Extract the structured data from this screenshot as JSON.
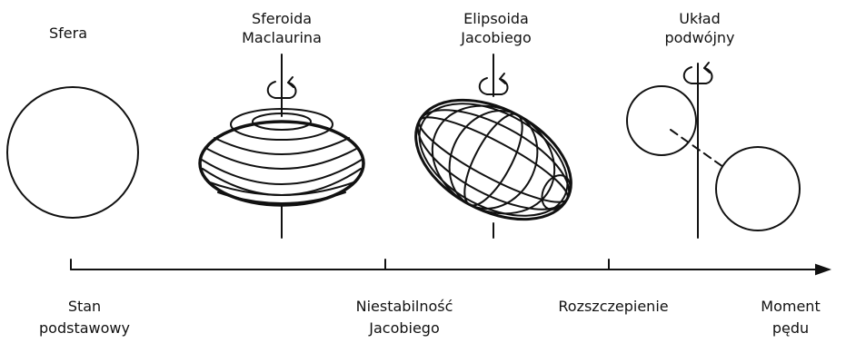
{
  "figures": {
    "sphere": {
      "title": "Sfera",
      "icon": "circle-icon"
    },
    "maclaurin": {
      "title_line1": "Sferoida",
      "title_line2": "Maclaurina",
      "icon": "oblate-spheroid-icon"
    },
    "jacobi": {
      "title_line1": "Elipsoida",
      "title_line2": "Jacobiego",
      "icon": "triaxial-ellipsoid-icon"
    },
    "binary": {
      "title_line1": "Układ",
      "title_line2": "podwójny",
      "icon": "two-circles-icon"
    }
  },
  "rotation_icon": "rotation-arrow-icon",
  "axis": {
    "stages": [
      {
        "line1": "Stan",
        "line2": "podstawowy"
      },
      {
        "line1": "Niestabilność",
        "line2": "Jacobiego"
      },
      {
        "line1": "Rozszczepienie",
        "line2": ""
      }
    ],
    "quantity_line1": "Moment",
    "quantity_line2": "pędu"
  },
  "colors": {
    "ink": "#111111",
    "background": "#ffffff"
  }
}
